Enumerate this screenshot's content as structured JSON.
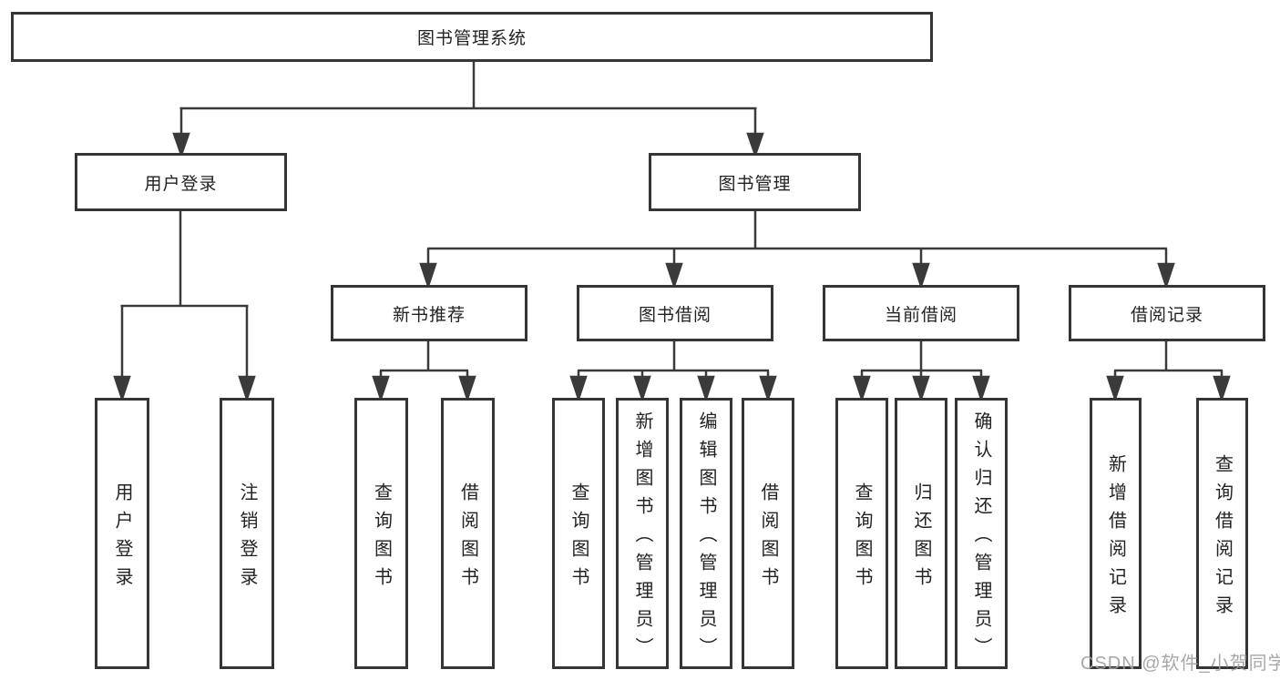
{
  "diagram": {
    "type": "hierarchy-tree",
    "root": {
      "label": "图书管理系统"
    },
    "level2": [
      {
        "id": "user-login",
        "label": "用户登录"
      },
      {
        "id": "book-management",
        "label": "图书管理"
      }
    ],
    "level3": [
      {
        "id": "new-book-recommend",
        "label": "新书推荐",
        "parent": "图书管理"
      },
      {
        "id": "book-borrowing",
        "label": "图书借阅",
        "parent": "图书管理"
      },
      {
        "id": "current-borrowing",
        "label": "当前借阅",
        "parent": "图书管理"
      },
      {
        "id": "borrowing-records",
        "label": "借阅记录",
        "parent": "图书管理"
      }
    ],
    "leaves": [
      {
        "label": "用户登录",
        "parent": "用户登录"
      },
      {
        "label": "注销登录",
        "parent": "用户登录"
      },
      {
        "label": "查询图书",
        "parent": "新书推荐"
      },
      {
        "label": "借阅图书",
        "parent": "新书推荐"
      },
      {
        "label": "查询图书",
        "parent": "图书借阅"
      },
      {
        "label": "新增图书（管理员）",
        "parent": "图书借阅"
      },
      {
        "label": "编辑图书（管理员）",
        "parent": "图书借阅"
      },
      {
        "label": "借阅图书",
        "parent": "图书借阅"
      },
      {
        "label": "查询图书",
        "parent": "当前借阅"
      },
      {
        "label": "归还图书",
        "parent": "当前借阅"
      },
      {
        "label": "确认归还（管理员）",
        "parent": "当前借阅"
      },
      {
        "label": "新增借阅记录",
        "parent": "借阅记录"
      },
      {
        "label": "查询借阅记录",
        "parent": "借阅记录"
      }
    ],
    "colors": {
      "line": "#3a3a3a",
      "box_border": "#353535",
      "text": "#222222",
      "watermark": "#9e9e9e",
      "background": "#ffffff"
    }
  },
  "watermark": {
    "text": "CSDN @软件_小贺同学"
  }
}
